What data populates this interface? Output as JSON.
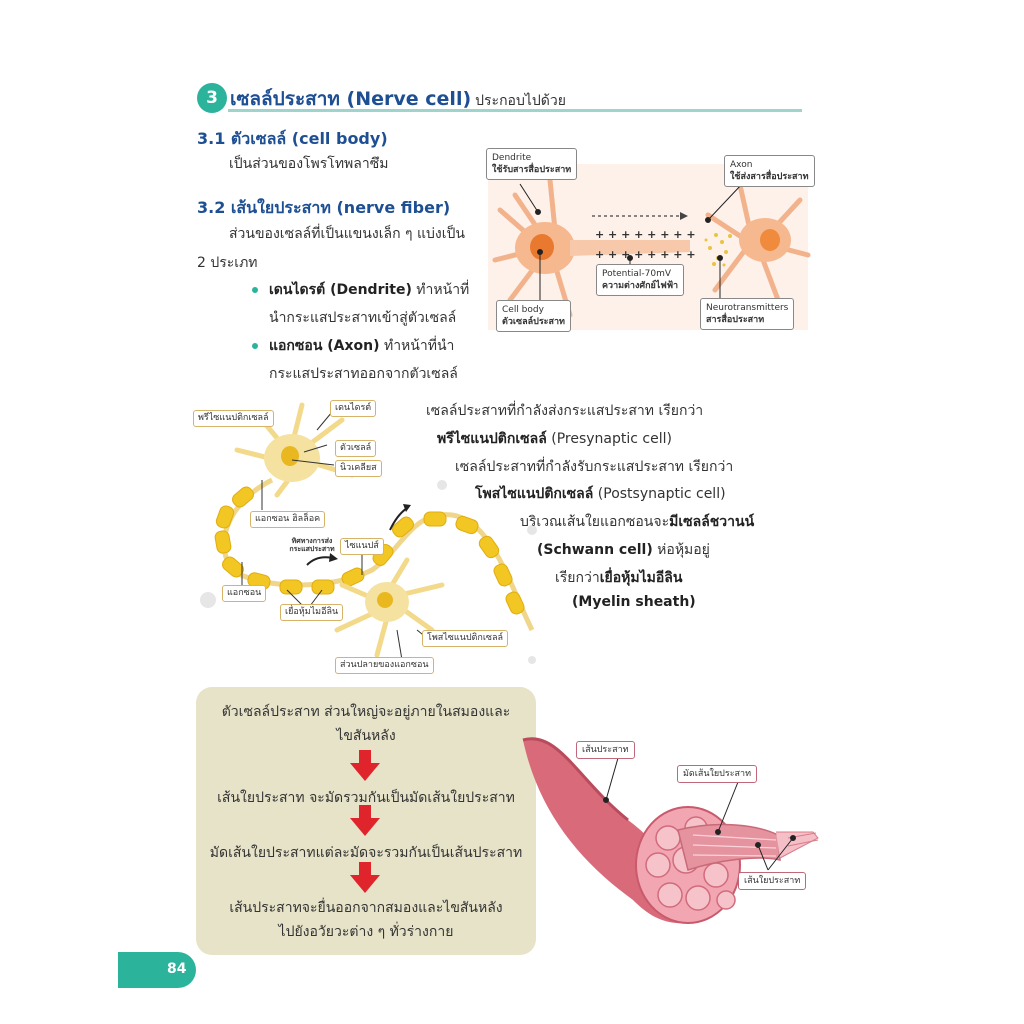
{
  "section": {
    "number": "3",
    "title": "เซลล์ประสาท (Nerve cell)",
    "title_suffix": "ประกอบไปด้วย"
  },
  "cell_body": {
    "heading": "3.1 ตัวเซลล์ (cell body)",
    "text": "เป็นส่วนของโพรโทพลาซึม"
  },
  "nerve_fiber": {
    "heading": "3.2 เส้นใยประสาท (nerve fiber)",
    "text_line1": "ส่วนของเซลล์ที่เป็นแขนงเล็ก ๆ แบ่งเป็น",
    "text_line2": "2 ประเภท",
    "bullets": [
      {
        "bold": "เดนไดรต์ (Dendrite)",
        "rest": " ทำหน้าที่",
        "line2": "นำกระแสประสาทเข้าสู่ตัวเซลล์"
      },
      {
        "bold": "แอกซอน (Axon)",
        "rest": " ทำหน้าที่นำ",
        "line2": "กระแสประสาทออกจากตัวเซลล์"
      }
    ]
  },
  "synapse_diagram": {
    "dendrite_label": "Dendrite",
    "dendrite_sub": "ใช้รับสารสื่อประสาท",
    "axon_label": "Axon",
    "axon_sub": "ใช้ส่งสารสื่อประสาท",
    "plus_row": "+ + + + + + + +",
    "potential_label": "Potential-70mV",
    "potential_sub": "ความต่างศักย์ไฟฟ้า",
    "cellbody_label": "Cell body",
    "cellbody_sub": "ตัวเซลล์ประสาท",
    "neuro_label": "Neurotransmitters",
    "neuro_sub": "สารสื่อประสาท"
  },
  "neuron_diagram": {
    "labels": {
      "presyn": "พรีไซแนปติกเซลล์",
      "dendrite": "เดนไดรต์",
      "cell": "ตัวเซลล์",
      "nucleus": "นิวเคลียส",
      "axon_hillock": "แอกซอน ฮิลล็อค",
      "direction": "ทิศทางการส่งกระแสประสาท",
      "synapse": "ไซแนปส์",
      "axon": "แอกซอน",
      "myelin": "เยื่อหุ้มไมอีลิน",
      "postsyn": "โพสไซแนปติกเซลล์",
      "axon_terminal": "ส่วนปลายของแอกซอน"
    }
  },
  "right_text": {
    "l1": "เซลล์ประสาทที่กำลังส่งกระแสประสาท เรียกว่า",
    "l2_bold": "พรีไซแนปติกเซลล์",
    "l2_rest": " (Presynaptic cell)",
    "l3": "เซลล์ประสาทที่กำลังรับกระแสประสาท เรียกว่า",
    "l4_bold": "โพสไซแนปติกเซลล์",
    "l4_rest": " (Postsynaptic cell)",
    "l5_pre": "บริเวณเส้นใยแอกซอนจะ",
    "l5_bold": "มีเซลล์ชวานน์",
    "l6_bold": "(Schwann cell)",
    "l6_rest": " ห่อหุ้มอยู่",
    "l7_pre": "เรียกว่า",
    "l7_bold": "เยื่อหุ้มไมอีลิน",
    "l8_bold": "(Myelin sheath)"
  },
  "flow": {
    "step1_l1": "ตัวเซลล์ประสาท ส่วนใหญ่จะอยู่ภายในสมองและ",
    "step1_l2": "ไขสันหลัง",
    "step2": "เส้นใยประสาท จะมัดรวมกันเป็นมัดเส้นใยประสาท",
    "step3": "มัดเส้นใยประสาทแต่ละมัดจะรวมกันเป็นเส้นประสาท",
    "step4_l1": "เส้นประสาทจะยื่นออกจากสมองและไขสันหลัง",
    "step4_l2": "ไปยังอวัยวะต่าง ๆ ทั่วร่างกาย",
    "arrow_color": "#e0242b"
  },
  "nerve_diagram": {
    "nerve_label": "เส้นประสาท",
    "bundle_label": "มัดเส้นใยประสาท",
    "fiber_label": "เส้นใยประสาท"
  },
  "page_number": "84",
  "colors": {
    "accent": "#2bb39b",
    "heading": "#1e4f93"
  }
}
